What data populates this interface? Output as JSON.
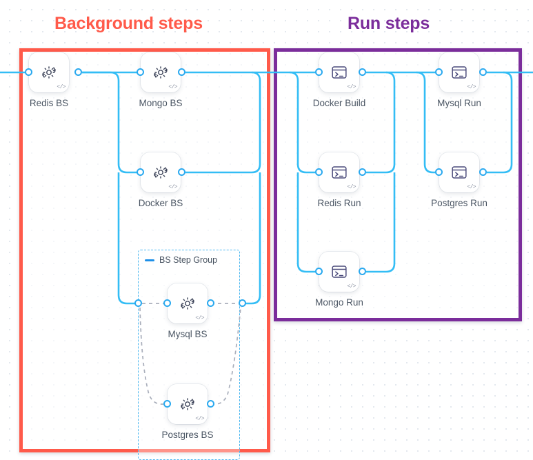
{
  "sections": [
    {
      "id": "background",
      "title": "Background steps",
      "color": "#ff5a4a"
    },
    {
      "id": "run",
      "title": "Run steps",
      "color": "#7b2d9b"
    }
  ],
  "step_group": {
    "label": "BS Step Group",
    "collapse_icon": "minus-icon",
    "border_color": "#49b6f0",
    "border_style": "dashed"
  },
  "nodes": [
    {
      "id": "redis-bs",
      "label": "Redis BS",
      "icon": "gear-sync-icon",
      "badge": "</>",
      "section": "background"
    },
    {
      "id": "mongo-bs",
      "label": "Mongo BS",
      "icon": "gear-sync-icon",
      "badge": "</>",
      "section": "background"
    },
    {
      "id": "docker-bs",
      "label": "Docker BS",
      "icon": "gear-sync-icon",
      "badge": "</>",
      "section": "background"
    },
    {
      "id": "mysql-bs",
      "label": "Mysql BS",
      "icon": "gear-sync-icon",
      "badge": "</>",
      "section": "background"
    },
    {
      "id": "postgres-bs",
      "label": "Postgres BS",
      "icon": "gear-sync-icon",
      "badge": "</>",
      "section": "background"
    },
    {
      "id": "docker-build",
      "label": "Docker Build",
      "icon": "terminal-icon",
      "badge": "</>",
      "section": "run"
    },
    {
      "id": "mysql-run",
      "label": "Mysql Run",
      "icon": "terminal-icon",
      "badge": "</>",
      "section": "run"
    },
    {
      "id": "redis-run",
      "label": "Redis Run",
      "icon": "terminal-icon",
      "badge": "</>",
      "section": "run"
    },
    {
      "id": "postgres-run",
      "label": "Postgres Run",
      "icon": "terminal-icon",
      "badge": "</>",
      "section": "run"
    },
    {
      "id": "mongo-run",
      "label": "Mongo Run",
      "icon": "terminal-icon",
      "badge": "</>",
      "section": "run"
    }
  ],
  "colors": {
    "edge": "#33bdf5",
    "edge_dashed": "#a9aebb",
    "port_stroke": "#2aa9ef",
    "node_label": "#4a5563",
    "canvas_dot": "#e3e8ee"
  }
}
